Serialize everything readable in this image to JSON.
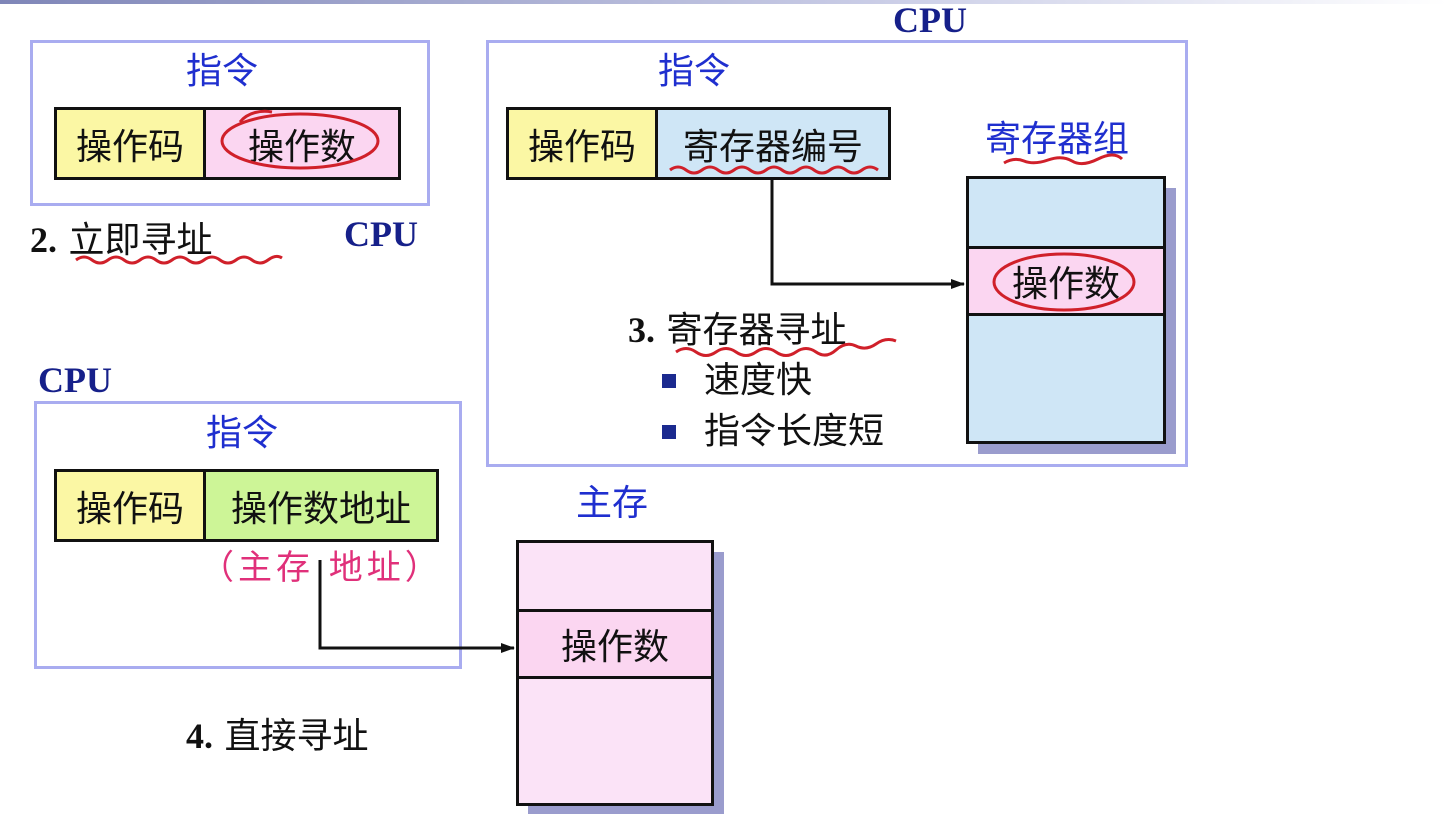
{
  "immediate": {
    "title": "指令",
    "opcode": "操作码",
    "operand": "操作数",
    "caption_num": "2.",
    "caption_text": "立即寻址",
    "cpu": "CPU"
  },
  "register": {
    "cpu": "CPU",
    "title": "指令",
    "opcode": "操作码",
    "regno": "寄存器编号",
    "regfile_title": "寄存器组",
    "operand": "操作数",
    "caption_num": "3.",
    "caption_text": "寄存器寻址",
    "bullets": [
      "速度快",
      "指令长度短"
    ]
  },
  "direct": {
    "cpu": "CPU",
    "title": "指令",
    "opcode": "操作码",
    "addr": "操作数地址",
    "note": "（主存 地址）",
    "memory_title": "主存",
    "operand": "操作数",
    "caption_num": "4.",
    "caption_text": "直接寻址"
  },
  "colors": {
    "frame": "#a9acf0",
    "title_blue": "#1f2fcf",
    "cpu_navy": "#16208a",
    "annotation_red": "#d0202a",
    "note_pink": "#e0307a"
  }
}
